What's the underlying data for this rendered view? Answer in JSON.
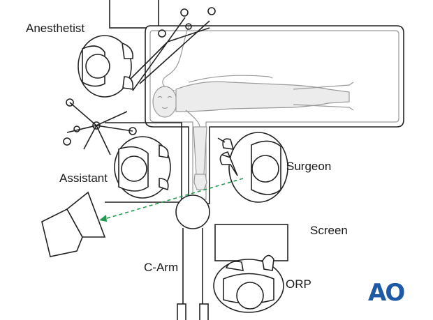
{
  "labels": {
    "anesthetist": "Anesthetist",
    "assistant": "Assistant",
    "surgeon": "Surgeon",
    "screen": "Screen",
    "c_arm": "C-Arm",
    "orp": "ORP"
  },
  "logo": {
    "text": "AO"
  },
  "colors": {
    "line_of_sight": "#1f9a4c",
    "logo": "#1d5aa6"
  }
}
